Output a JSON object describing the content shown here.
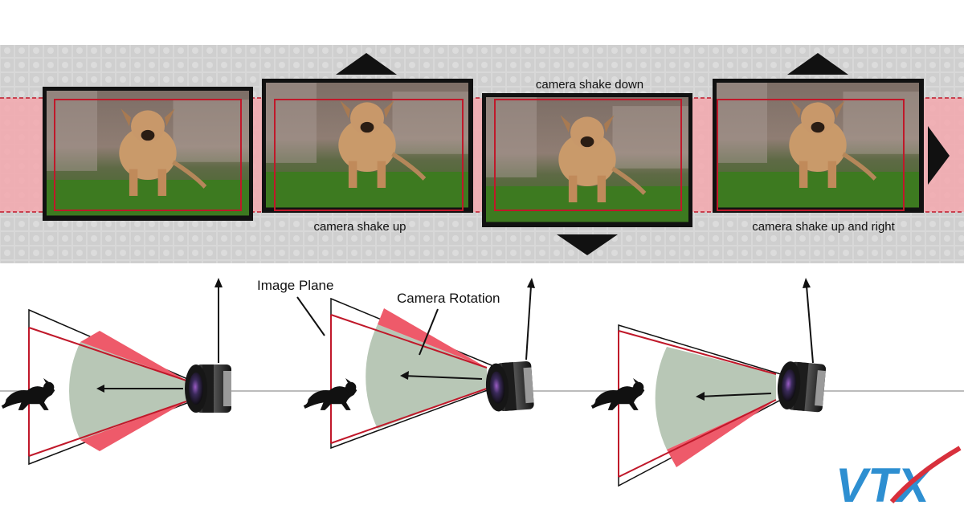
{
  "captions": {
    "shake_up": "camera shake up",
    "shake_down": "camera shake down",
    "shake_up_right": "camera shake up and right"
  },
  "labels": {
    "image_plane": "Image Plane",
    "camera_rotation": "Camera Rotation"
  },
  "logo": {
    "text": "VTX"
  },
  "colors": {
    "film_strip": "#d6d6d6",
    "red_band": "#f3a8ae",
    "red_line": "#c0182a",
    "red_wedge": "#ee5a6a",
    "green_arc": "#b8c7b6",
    "arrow": "#111111",
    "logo_blue": "#2e8fd1",
    "logo_red": "#d8303c"
  },
  "icons": [
    "arrow-up-icon",
    "arrow-down-icon",
    "arrow-right-icon",
    "camera-lens-icon",
    "dog-silhouette-icon",
    "vtx-logo"
  ]
}
